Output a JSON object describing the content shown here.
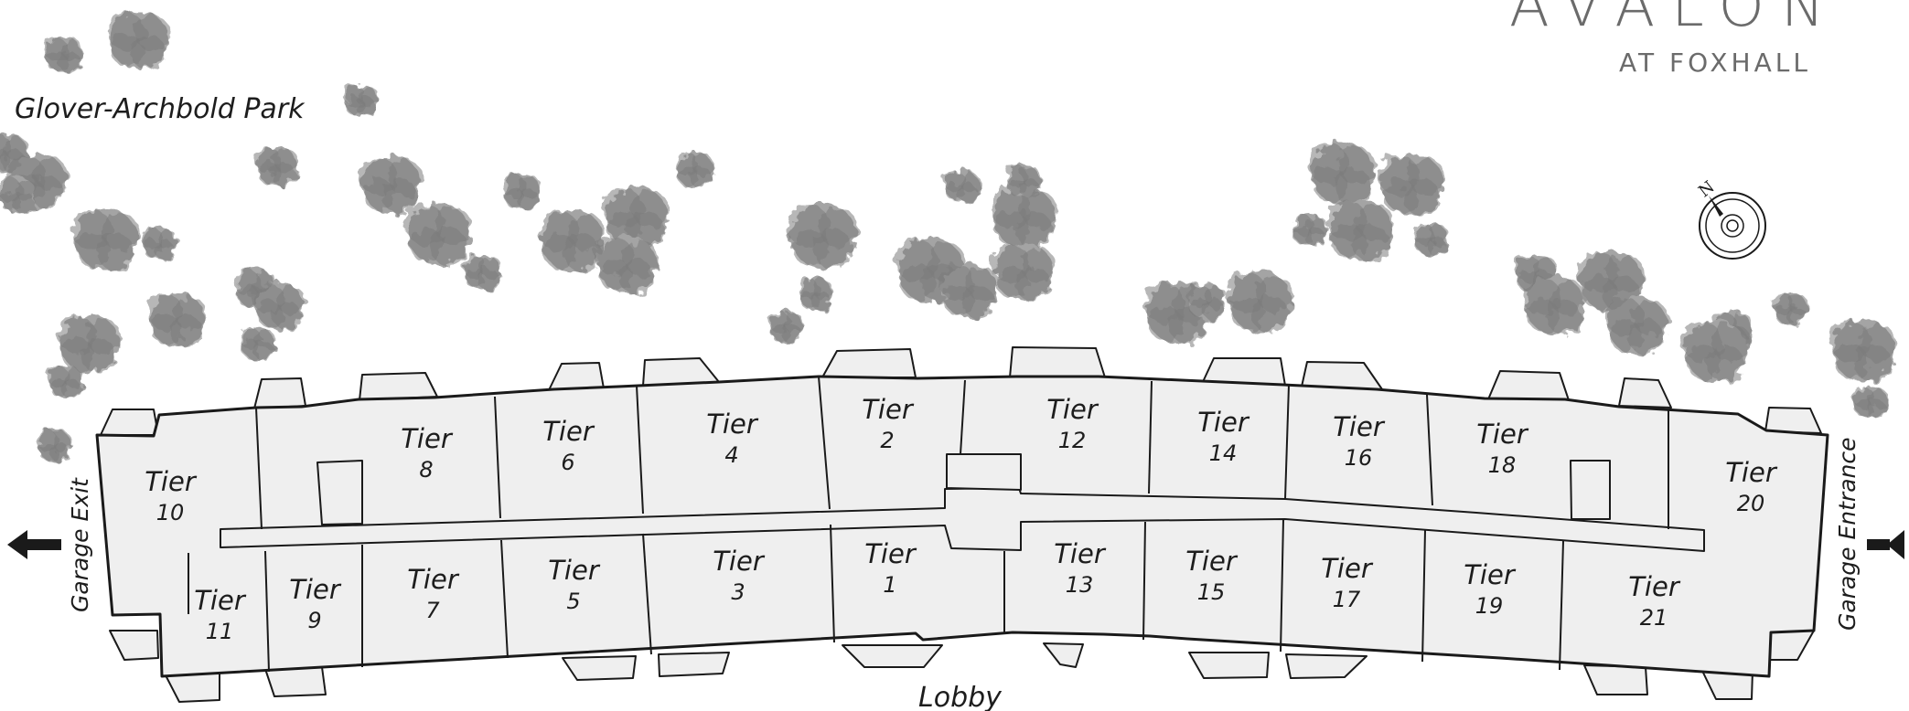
{
  "brand": {
    "name": "AVALON",
    "sub": "AT FOXHALL"
  },
  "park_label": "Glover-Archbold Park",
  "lobby_label": "Lobby",
  "garage_exit_label": "Garage Exit",
  "garage_entrance_label": "Garage Entrance",
  "compass_letter": "N",
  "tiers": [
    {
      "word": "Tier",
      "num": "10"
    },
    {
      "word": "Tier",
      "num": "8"
    },
    {
      "word": "Tier",
      "num": "6"
    },
    {
      "word": "Tier",
      "num": "4"
    },
    {
      "word": "Tier",
      "num": "2"
    },
    {
      "word": "Tier",
      "num": "12"
    },
    {
      "word": "Tier",
      "num": "14"
    },
    {
      "word": "Tier",
      "num": "16"
    },
    {
      "word": "Tier",
      "num": "18"
    },
    {
      "word": "Tier",
      "num": "20"
    },
    {
      "word": "Tier",
      "num": "11"
    },
    {
      "word": "Tier",
      "num": "9"
    },
    {
      "word": "Tier",
      "num": "7"
    },
    {
      "word": "Tier",
      "num": "5"
    },
    {
      "word": "Tier",
      "num": "3"
    },
    {
      "word": "Tier",
      "num": "1"
    },
    {
      "word": "Tier",
      "num": "13"
    },
    {
      "word": "Tier",
      "num": "15"
    },
    {
      "word": "Tier",
      "num": "17"
    },
    {
      "word": "Tier",
      "num": "19"
    },
    {
      "word": "Tier",
      "num": "21"
    }
  ],
  "colors": {
    "tree": "#a4a4a4",
    "tree_dark": "#7c7c7c",
    "building": "#efefef",
    "outline": "#1a1a1a",
    "brand": "#6b6b6b"
  }
}
